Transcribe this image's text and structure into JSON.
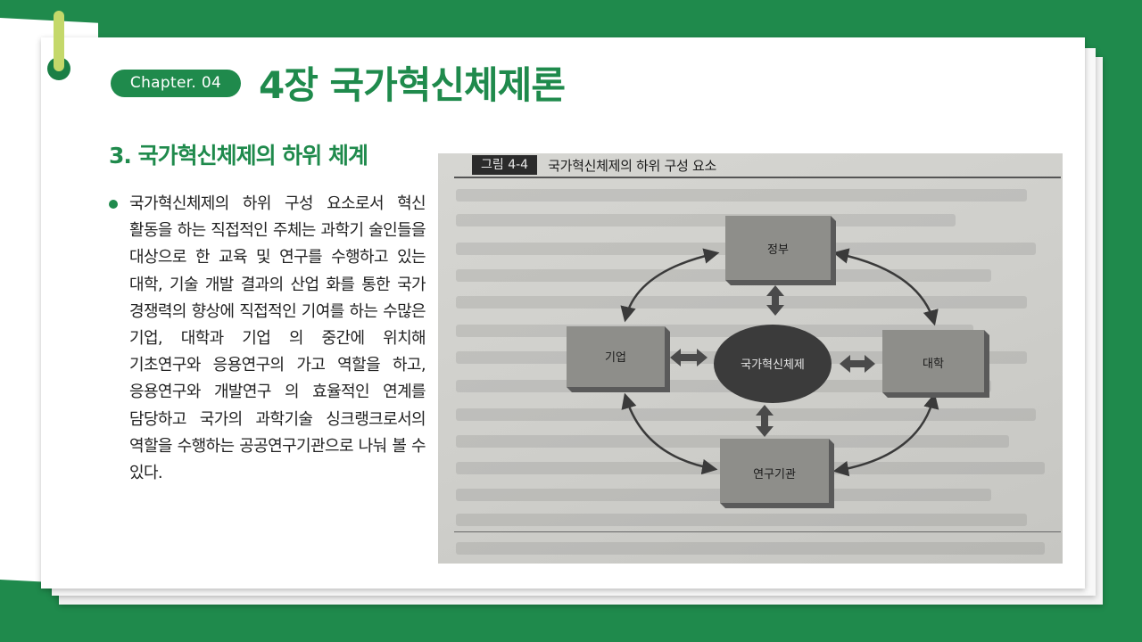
{
  "header": {
    "chapter_label": "Chapter. 04",
    "title": "4장 국가혁신체제론"
  },
  "section": {
    "title": "3. 국가혁신체제의 하위 체계",
    "body": "국가혁신체제의 하위 구성 요소로서 혁신 활동을 하는 직접적인 주체는 과학기 술인들을 대상으로 한 교육 및 연구를 수행하고 있는 대학, 기술 개발 결과의 산업 화를 통한 국가 경쟁력의 향상에 직접적인 기여를 하는 수많은 기업, 대학과 기업 의 중간에 위치해 기초연구와 응용연구의 가고 역할을 하고, 응용연구와 개발연구 의 효율적인 연계를 담당하고 국가의 과학기술 싱크랭크로서의 역할을 수행하는 공공연구기관으로 나눠 볼 수 있다."
  },
  "figure": {
    "label": "그림 4-4",
    "caption": "국가혁신체제의 하위 구성 요소",
    "nodes": {
      "center": "국가혁신체제",
      "top": "정부",
      "left": "기업",
      "right": "대학",
      "bottom": "연구기관"
    }
  },
  "colors": {
    "brand_green": "#1f8a4c",
    "clip_yellow": "#c4d86a"
  }
}
